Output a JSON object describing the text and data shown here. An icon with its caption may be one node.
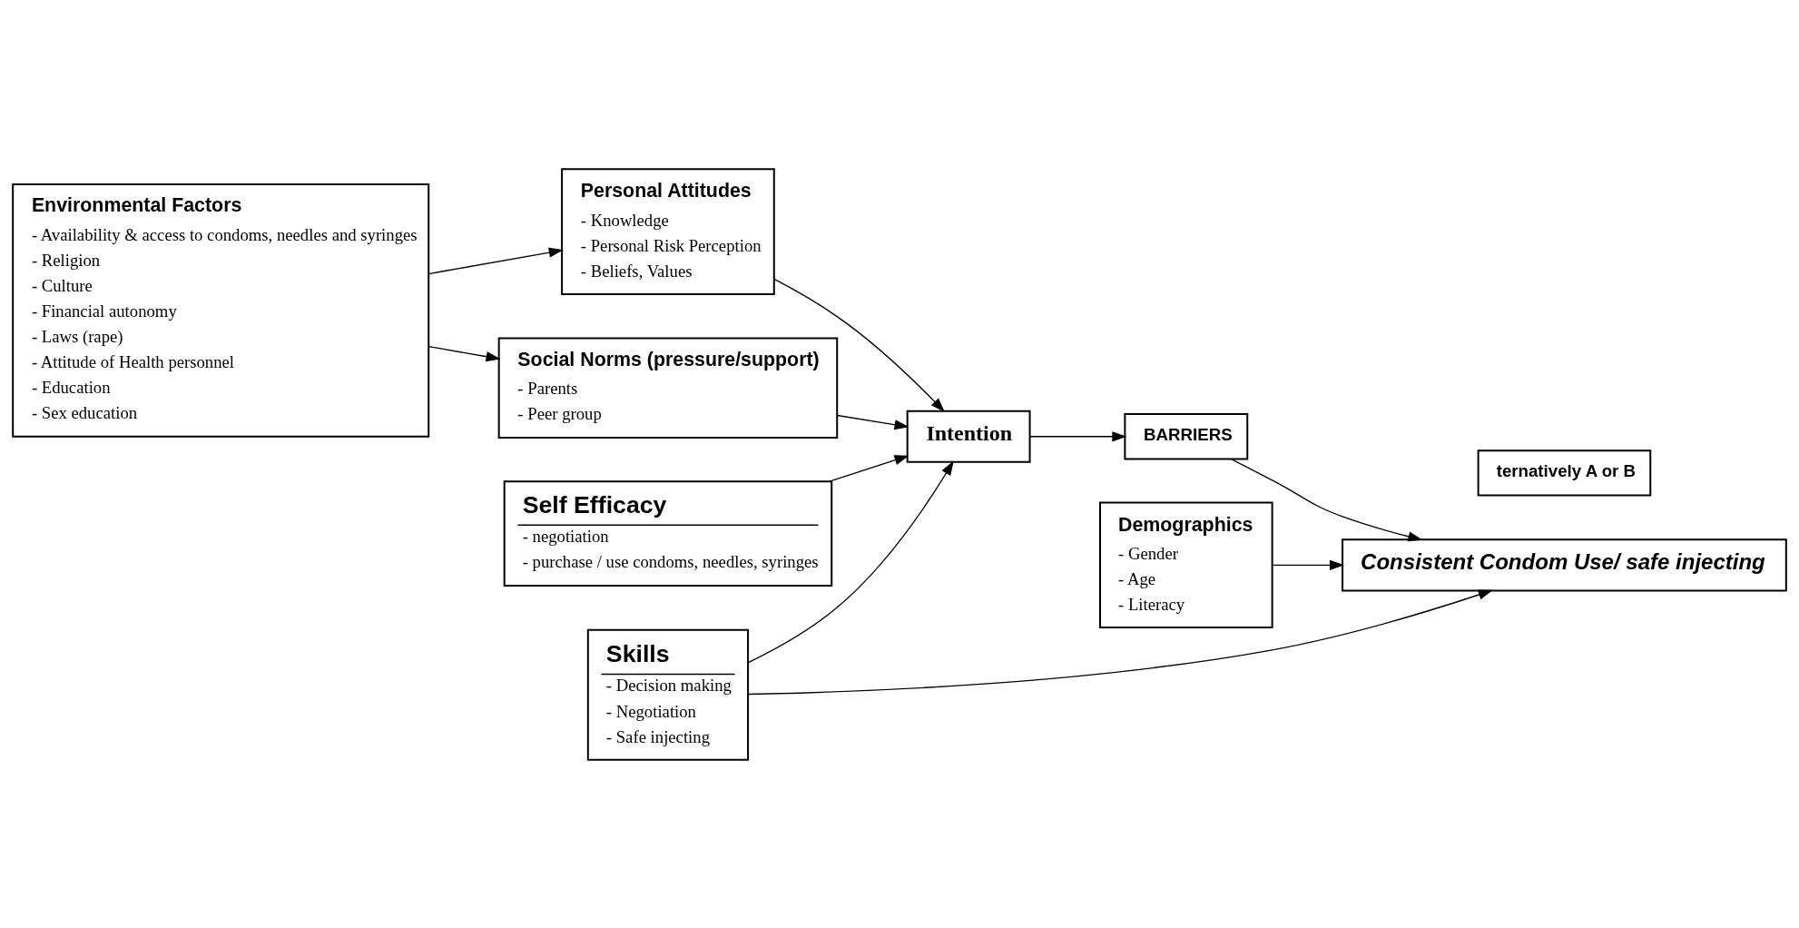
{
  "diagram": {
    "nodes": [
      {
        "text": [
          "Environmental Factors",
          "- Availability & access to condoms, needles and syringes",
          "- Religion",
          "- Culture",
          "- Financial autonomy",
          "- Laws (rape)",
          "- Attitude of Health personnel",
          "- Education",
          "- Sex education"
        ]
      },
      {
        "text": [
          "Personal Attitudes",
          "- Knowledge",
          "- Personal Risk Perception",
          "- Beliefs, Values"
        ]
      },
      {
        "text": [
          "Social Norms (pressure/support)",
          "- Parents",
          "- Peer group"
        ]
      },
      {
        "text": [
          "Self Efficacy",
          "- negotiation",
          "- purchase / use condoms, needles, syringes"
        ]
      },
      {
        "text": [
          "Intention"
        ]
      },
      {
        "text": [
          "BARRIERS"
        ]
      },
      {
        "text": [
          "Demographics",
          "- Gender",
          "- Age",
          "- Literacy"
        ]
      },
      {
        "text": [
          "Consistent Condom Use/ safe injecting"
        ]
      },
      {
        "text": [
          "Skills",
          "- Decision making",
          "- Negotiation",
          "- Safe injecting"
        ]
      },
      {
        "text": [
          "ternatively A or B"
        ]
      }
    ],
    "edges": [
      {
        "from": 0,
        "to": 1,
        "arrow": "to"
      },
      {
        "from": 0,
        "to": 2,
        "arrow": "to"
      },
      {
        "from": 1,
        "to": 4,
        "arrow": "to"
      },
      {
        "from": 2,
        "to": 4,
        "arrow": "to"
      },
      {
        "from": 3,
        "to": 4,
        "arrow": "to"
      },
      {
        "from": 4,
        "to": 5,
        "arrow": "to"
      },
      {
        "from": 5,
        "to": 7,
        "arrow": "to"
      },
      {
        "from": 6,
        "to": 7,
        "arrow": "to"
      },
      {
        "from": 8,
        "to": 4,
        "arrow": "to"
      },
      {
        "from": 8,
        "to": 7,
        "arrow": "to"
      }
    ]
  }
}
